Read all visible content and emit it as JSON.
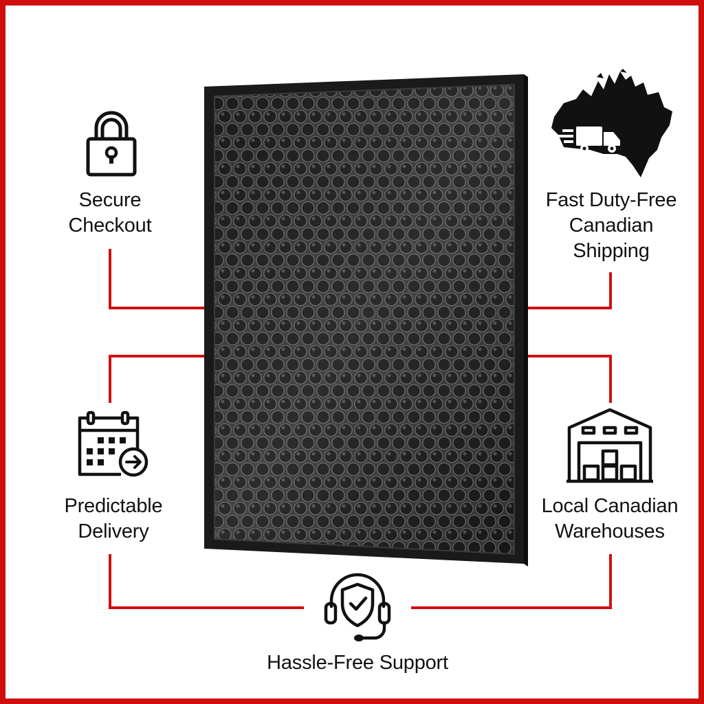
{
  "accent_color": "#d20f0f",
  "features": {
    "secure_checkout": {
      "lines": [
        "Secure",
        "Checkout"
      ],
      "icon": "padlock-icon"
    },
    "fast_shipping": {
      "lines": [
        "Fast Duty-Free",
        "Canadian",
        "Shipping"
      ],
      "icon": "canada-map-truck-icon"
    },
    "predictable_delivery": {
      "lines": [
        "Predictable",
        "Delivery"
      ],
      "icon": "calendar-arrow-icon"
    },
    "local_warehouses": {
      "lines": [
        "Local Canadian",
        "Warehouses"
      ],
      "icon": "warehouse-icon"
    },
    "support": {
      "lines": [
        "Hassle-Free Support"
      ],
      "icon": "headset-shield-icon"
    }
  },
  "product": {
    "icon": "activated-carbon-filter-image"
  }
}
